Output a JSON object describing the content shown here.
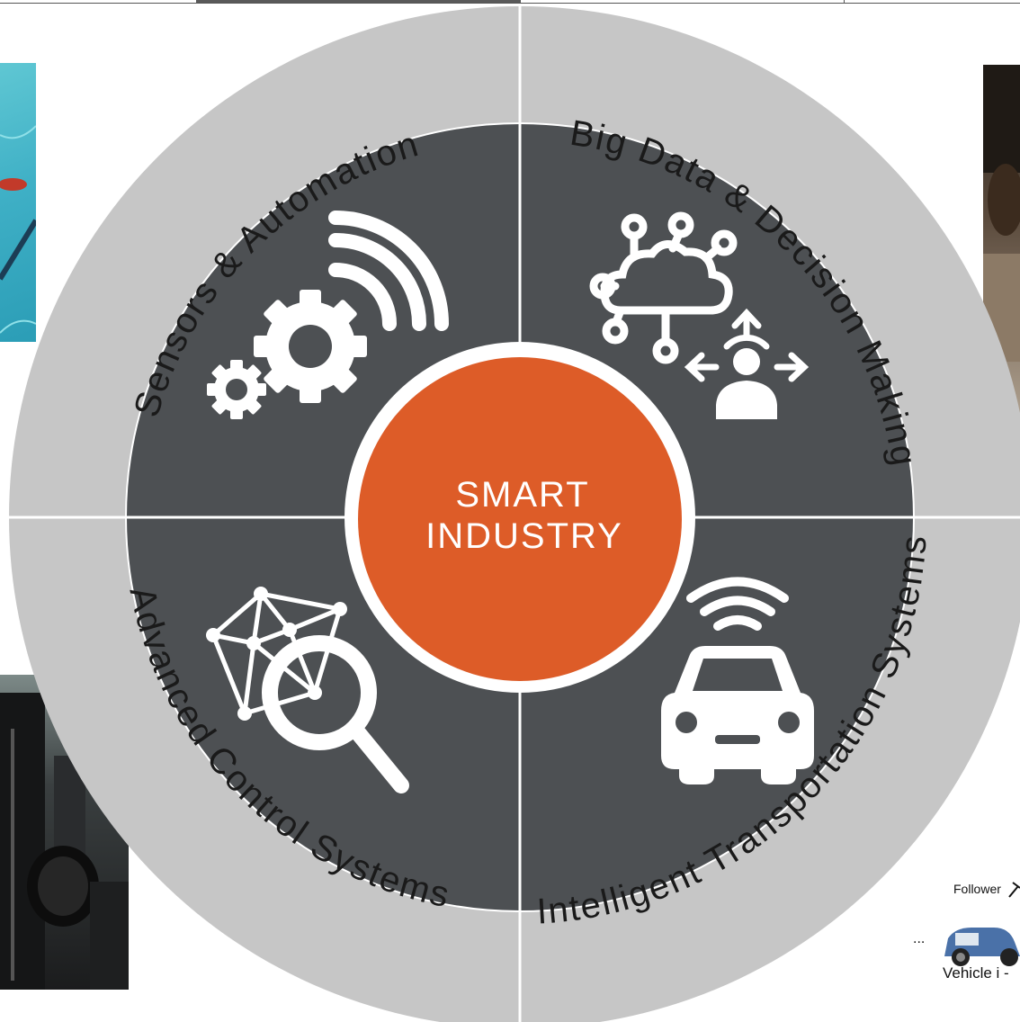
{
  "center": {
    "line1": "SMART",
    "line2": "INDUSTRY"
  },
  "segments": [
    {
      "label": "Sensors & Automation",
      "icon": "gears-wifi-icon"
    },
    {
      "label": "Big Data & Decision Making",
      "icon": "cloud-network-decision-icon"
    },
    {
      "label": "Intelligent Transportation Systems",
      "icon": "connected-car-icon"
    },
    {
      "label": "Advanced Control Systems",
      "icon": "network-search-icon"
    }
  ],
  "side_images": {
    "vehicle": {
      "follower": "Follower",
      "ellipsis": "...",
      "vehicle": "Vehicle i -"
    }
  },
  "colors": {
    "outer_ring": "#c6c6c6",
    "inner_quadrants": "#4d5053",
    "center": "#dd5c28",
    "divider": "#ffffff",
    "label_text": "#1a1a1a"
  }
}
